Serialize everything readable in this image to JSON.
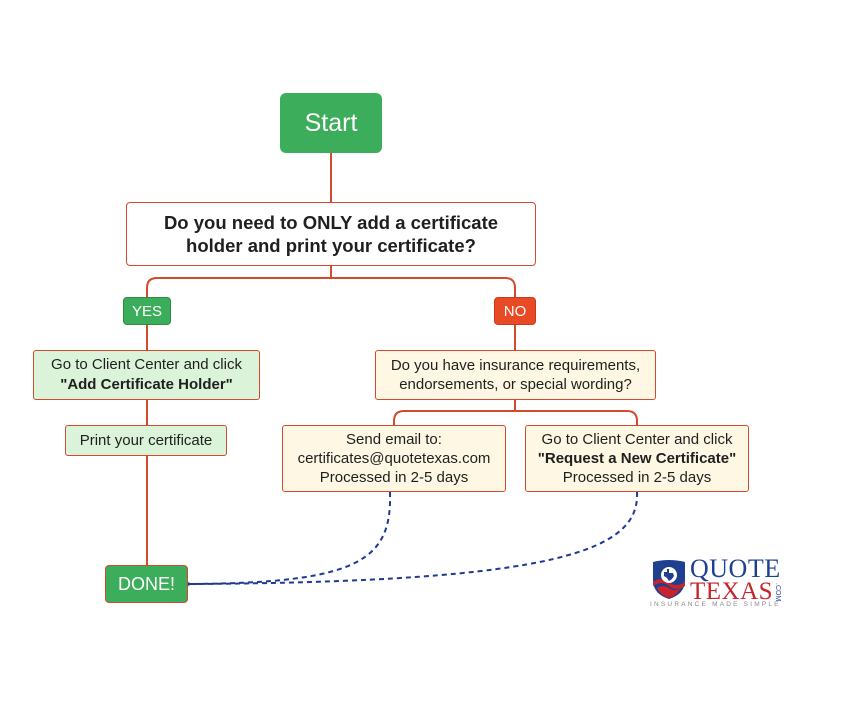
{
  "flowchart": {
    "start": {
      "label": "Start"
    },
    "question_only_holder": {
      "line1": "Do you need to ONLY add a certificate",
      "line2": "holder and print your certificate?"
    },
    "yes_badge": {
      "label": "YES"
    },
    "no_badge": {
      "label": "NO"
    },
    "client_center_add": {
      "line1": "Go to Client Center and click",
      "line2": "\"Add Certificate Holder\""
    },
    "print_certificate": {
      "label": "Print your certificate"
    },
    "question_requirements": {
      "line1": "Do you have insurance requirements,",
      "line2": "endorsements, or special wording?"
    },
    "send_email": {
      "line1": "Send email to:",
      "line2": "certificates@quotetexas.com",
      "line3": "Processed in 2-5 days"
    },
    "client_center_request": {
      "line1": "Go to Client Center and click",
      "line2": "\"Request a New Certificate\"",
      "line3": "Processed in 2-5 days"
    },
    "done": {
      "label": "DONE!"
    }
  },
  "logo": {
    "word_top": "QUOTE",
    "word_bottom": "TEXAS",
    "suffix": ".COM",
    "tagline": "INSURANCE MADE SIMPLE"
  },
  "colors": {
    "green": "#3cad5a",
    "red": "#e84a26",
    "connector": "#d44a2e",
    "dashed_arrow": "#1f3a8f",
    "light_green": "#dbf3d9",
    "cream": "#fdf7e3"
  }
}
